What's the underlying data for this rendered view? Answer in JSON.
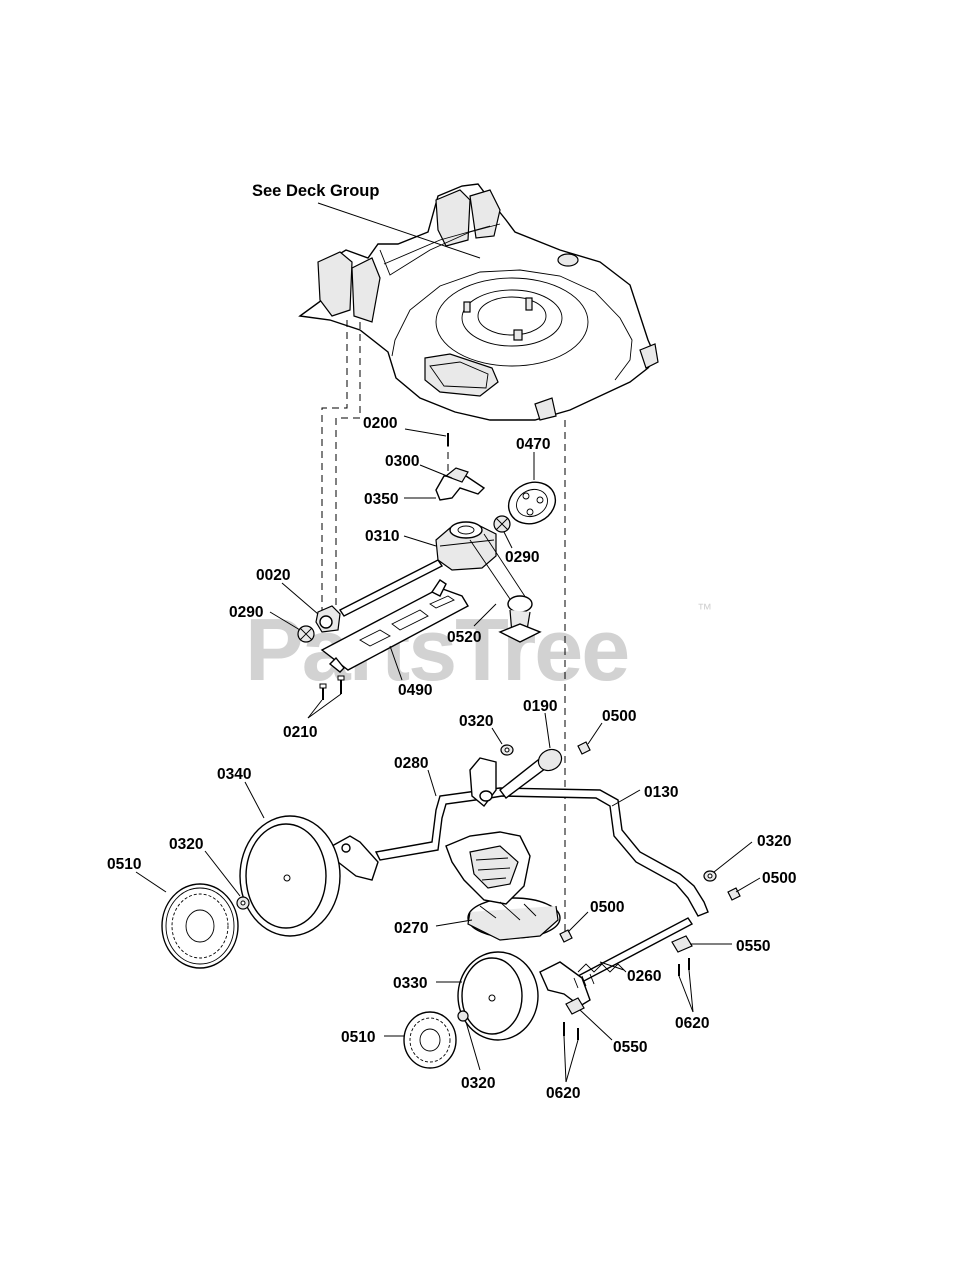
{
  "diagram": {
    "title": "See Deck Group",
    "watermark": "PartsTree",
    "trademark": "™",
    "callouts": [
      {
        "id": "c0200",
        "text": "0200"
      },
      {
        "id": "c0300",
        "text": "0300"
      },
      {
        "id": "c0470",
        "text": "0470"
      },
      {
        "id": "c0350",
        "text": "0350"
      },
      {
        "id": "c0310",
        "text": "0310"
      },
      {
        "id": "c0290a",
        "text": "0290"
      },
      {
        "id": "c0020",
        "text": "0020"
      },
      {
        "id": "c0290b",
        "text": "0290"
      },
      {
        "id": "c0520",
        "text": "0520"
      },
      {
        "id": "c0490",
        "text": "0490"
      },
      {
        "id": "c0210",
        "text": "0210"
      },
      {
        "id": "c0320a",
        "text": "0320"
      },
      {
        "id": "c0190",
        "text": "0190"
      },
      {
        "id": "c0500a",
        "text": "0500"
      },
      {
        "id": "c0340",
        "text": "0340"
      },
      {
        "id": "c0280",
        "text": "0280"
      },
      {
        "id": "c0130",
        "text": "0130"
      },
      {
        "id": "c0320b",
        "text": "0320"
      },
      {
        "id": "c0510a",
        "text": "0510"
      },
      {
        "id": "c0320c",
        "text": "0320"
      },
      {
        "id": "c0500b",
        "text": "0500"
      },
      {
        "id": "c0270",
        "text": "0270"
      },
      {
        "id": "c0500c",
        "text": "0500"
      },
      {
        "id": "c0550a",
        "text": "0550"
      },
      {
        "id": "c0330",
        "text": "0330"
      },
      {
        "id": "c0260",
        "text": "0260"
      },
      {
        "id": "c0620a",
        "text": "0620"
      },
      {
        "id": "c0510b",
        "text": "0510"
      },
      {
        "id": "c0550b",
        "text": "0550"
      },
      {
        "id": "c0320d",
        "text": "0320"
      },
      {
        "id": "c0620b",
        "text": "0620"
      }
    ]
  }
}
